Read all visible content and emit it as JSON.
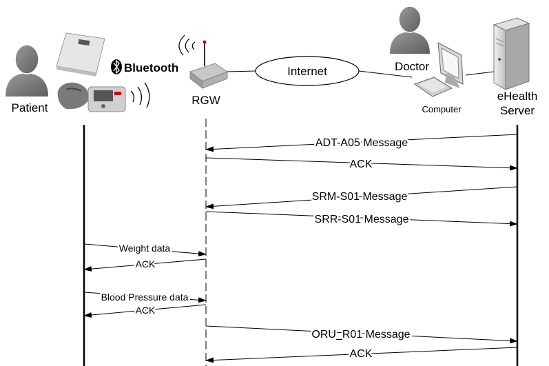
{
  "actors": {
    "patient": "Patient",
    "rgw": "RGW",
    "doctor": "Doctor",
    "computer": "Computer",
    "server_line1": "eHealth",
    "server_line2": "Server",
    "internet": "Internet",
    "bluetooth": "Bluetooth"
  },
  "messages": [
    {
      "from": "server",
      "to": "rgw",
      "label": "ADT-A05 Message"
    },
    {
      "from": "rgw",
      "to": "server",
      "label": "ACK"
    },
    {
      "from": "server",
      "to": "rgw",
      "label": "SRM-S01 Message"
    },
    {
      "from": "rgw",
      "to": "server",
      "label": "SRR-S01 Message"
    },
    {
      "from": "patient",
      "to": "rgw",
      "label": "Weight data"
    },
    {
      "from": "rgw",
      "to": "patient",
      "label": "ACK"
    },
    {
      "from": "patient",
      "to": "rgw",
      "label": "Blood Pressure data"
    },
    {
      "from": "rgw",
      "to": "patient",
      "label": "ACK"
    },
    {
      "from": "rgw",
      "to": "server",
      "label": "ORU_R01 Message"
    },
    {
      "from": "server",
      "to": "rgw",
      "label": "ACK"
    }
  ]
}
